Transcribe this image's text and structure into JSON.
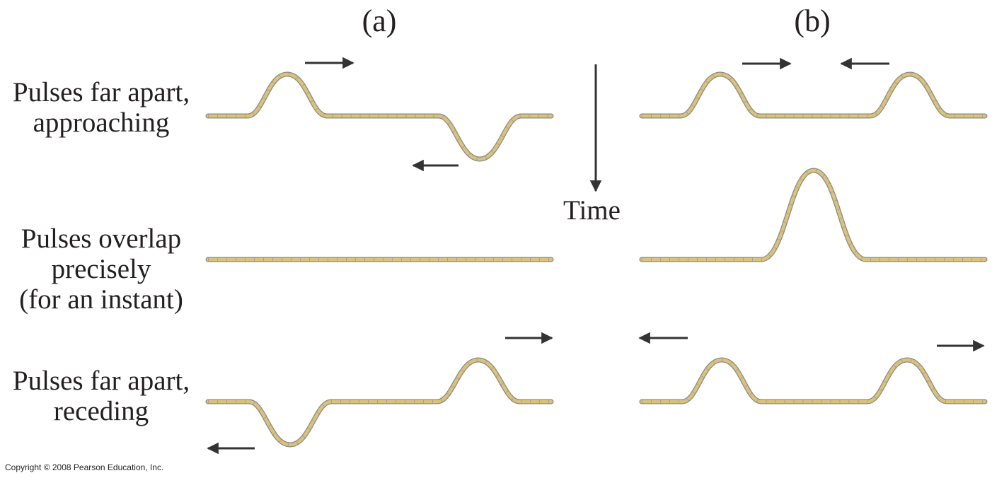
{
  "panels": {
    "a_label": "(a)",
    "b_label": "(b)"
  },
  "rows": {
    "top": {
      "line1": "Pulses far apart,",
      "line2": "approaching"
    },
    "middle": {
      "line1": "Pulses overlap",
      "line2": "precisely",
      "line3": "(for an instant)"
    },
    "bottom": {
      "line1": "Pulses far apart,",
      "line2": "receding"
    }
  },
  "time_axis": {
    "label": "Time"
  },
  "copyright": "Copyright © 2008 Pearson Education, Inc.",
  "colors": {
    "rope_fill": "#d9c27a",
    "rope_edge": "#8a8a8a",
    "arrow": "#333333",
    "text": "#231f20"
  }
}
